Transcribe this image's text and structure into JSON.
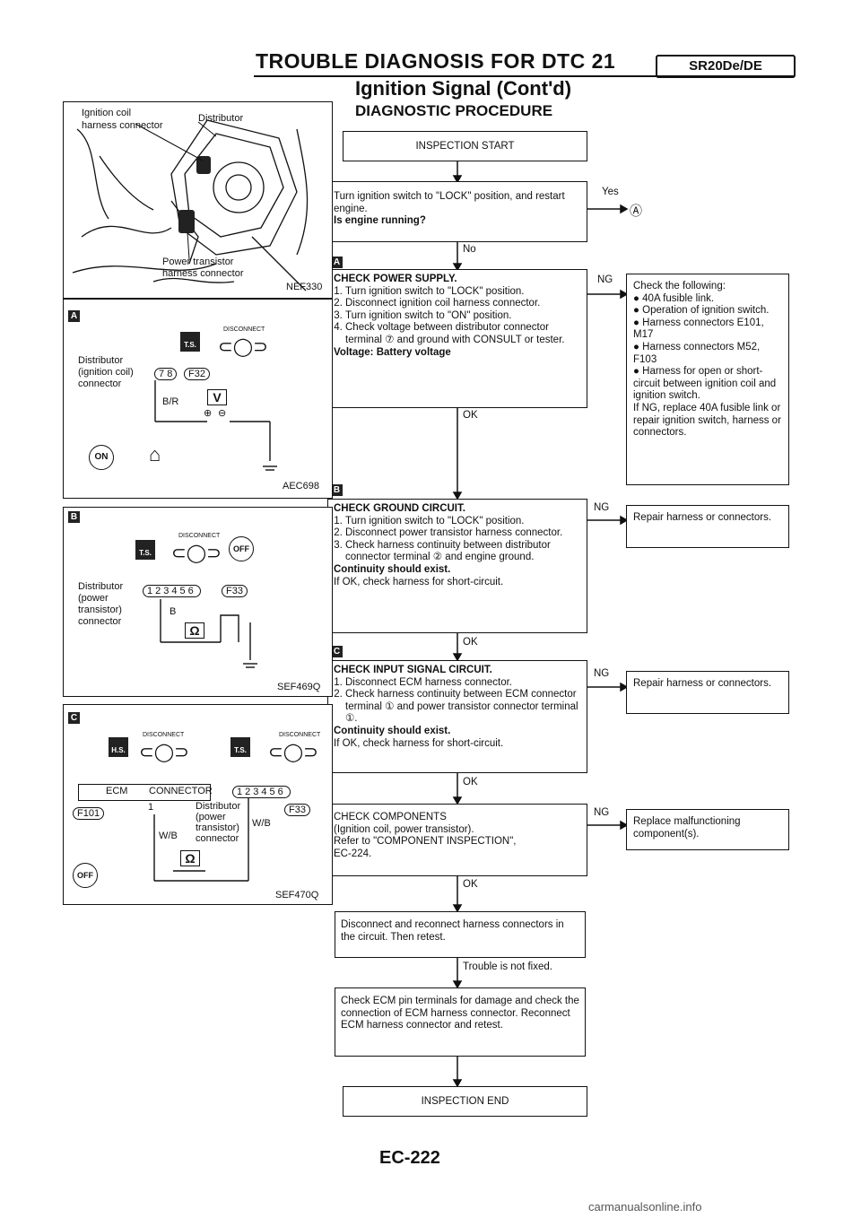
{
  "header": {
    "title": "TROUBLE DIAGNOSIS FOR DTC 21",
    "engine": "SR20De/DE",
    "subtitle": "Ignition Signal (Cont'd)",
    "procedure": "DIAGNOSTIC PROCEDURE"
  },
  "flow": {
    "start": "INSPECTION START",
    "step1": {
      "text": "Turn ignition switch to \"LOCK\" position, and restart engine.",
      "question": "Is engine running?",
      "yes": "Yes",
      "yes_target": "Ⓐ",
      "no": "No"
    },
    "a": {
      "mark": "A",
      "title": "CHECK POWER SUPPLY.",
      "steps": [
        "Turn ignition switch to \"LOCK\" position.",
        "Disconnect ignition coil harness connector.",
        "Turn ignition switch to \"ON\" position.",
        "Check voltage between distributor connector terminal ⑦ and ground with CONSULT or tester."
      ],
      "result": "Voltage: Battery voltage",
      "ng": "NG",
      "ok": "OK",
      "ng_box": {
        "intro": "Check the following:",
        "items": [
          "40A fusible link.",
          "Operation of ignition switch.",
          "Harness connectors E101, M17",
          "Harness connectors M52, F103",
          "Harness for open or short-circuit between ignition coil and ignition switch."
        ],
        "footer": "If NG, replace 40A fusible link or repair ignition switch, harness or connectors."
      }
    },
    "b": {
      "mark": "B",
      "title": "CHECK GROUND CIRCUIT.",
      "steps": [
        "Turn ignition switch to \"LOCK\" position.",
        "Disconnect power transistor harness connector.",
        "Check harness continuity between distributor connector terminal ② and engine ground."
      ],
      "result": "Continuity should exist.",
      "note": "If OK, check harness for short-circuit.",
      "ng": "NG",
      "ok": "OK",
      "ng_box": "Repair harness or connectors."
    },
    "c": {
      "mark": "C",
      "title": "CHECK INPUT SIGNAL CIRCUIT.",
      "steps": [
        "Disconnect ECM harness connector.",
        "Check harness continuity between ECM connector terminal ① and power transistor connector terminal ①."
      ],
      "result": "Continuity should exist.",
      "note": "If OK, check harness for short-circuit.",
      "ng": "NG",
      "ok": "OK",
      "ng_box": "Repair harness or connectors."
    },
    "components": {
      "lines": [
        "CHECK COMPONENTS",
        "(Ignition coil, power transistor).",
        "Refer to \"COMPONENT INSPECTION\",",
        "EC-224."
      ],
      "ng": "NG",
      "ok": "OK",
      "ng_box": "Replace malfunctioning component(s)."
    },
    "reconnect": {
      "text": "Disconnect and reconnect harness connectors in the circuit. Then retest.",
      "after": "Trouble is not fixed."
    },
    "check_ecm": "Check ECM pin terminals for damage and check the connection of ECM harness connector. Reconnect ECM harness connector and retest.",
    "end": "INSPECTION END"
  },
  "figures": {
    "photo": {
      "labels": [
        "Ignition coil",
        "harness connector",
        "Distributor",
        "Power transistor",
        "harness connector"
      ],
      "code": "NEF330"
    },
    "a": {
      "mark": "A",
      "disconnect": "DISCONNECT",
      "ts": "T.S.",
      "left": [
        "Distributor",
        "(ignition coil)",
        "connector"
      ],
      "pins": [
        "7",
        "8"
      ],
      "conn": "F32",
      "wire": "B/R",
      "meter": "V",
      "plus": "⊕",
      "minus": "⊖",
      "key": "ON",
      "code": "AEC698"
    },
    "b": {
      "mark": "B",
      "disconnect": "DISCONNECT",
      "ts": "T.S.",
      "key": "OFF",
      "left": [
        "Distributor",
        "(power",
        "transistor)",
        "connector"
      ],
      "pins": [
        "1",
        "2",
        "3",
        "4",
        "5",
        "6"
      ],
      "conn": "F33",
      "wire": "B",
      "meter": "Ω",
      "code": "SEF469Q"
    },
    "c": {
      "mark": "C",
      "disconnect": "DISCONNECT",
      "hs": "H.S.",
      "ts": "T.S.",
      "ecm": "ECM",
      "connector": "CONNECTOR",
      "pins": [
        "1",
        "2",
        "3",
        "4",
        "5",
        "6"
      ],
      "conn_left": "F101",
      "conn_right": "F33",
      "pin1": "1",
      "right_label": [
        "Distributor",
        "(power",
        "transistor)",
        "connector"
      ],
      "wire_l": "W/B",
      "wire_r": "W/B",
      "meter": "Ω",
      "key": "OFF",
      "code": "SEF470Q"
    }
  },
  "footer": {
    "page": "EC-222",
    "watermark": "carmanualsonline.info"
  }
}
